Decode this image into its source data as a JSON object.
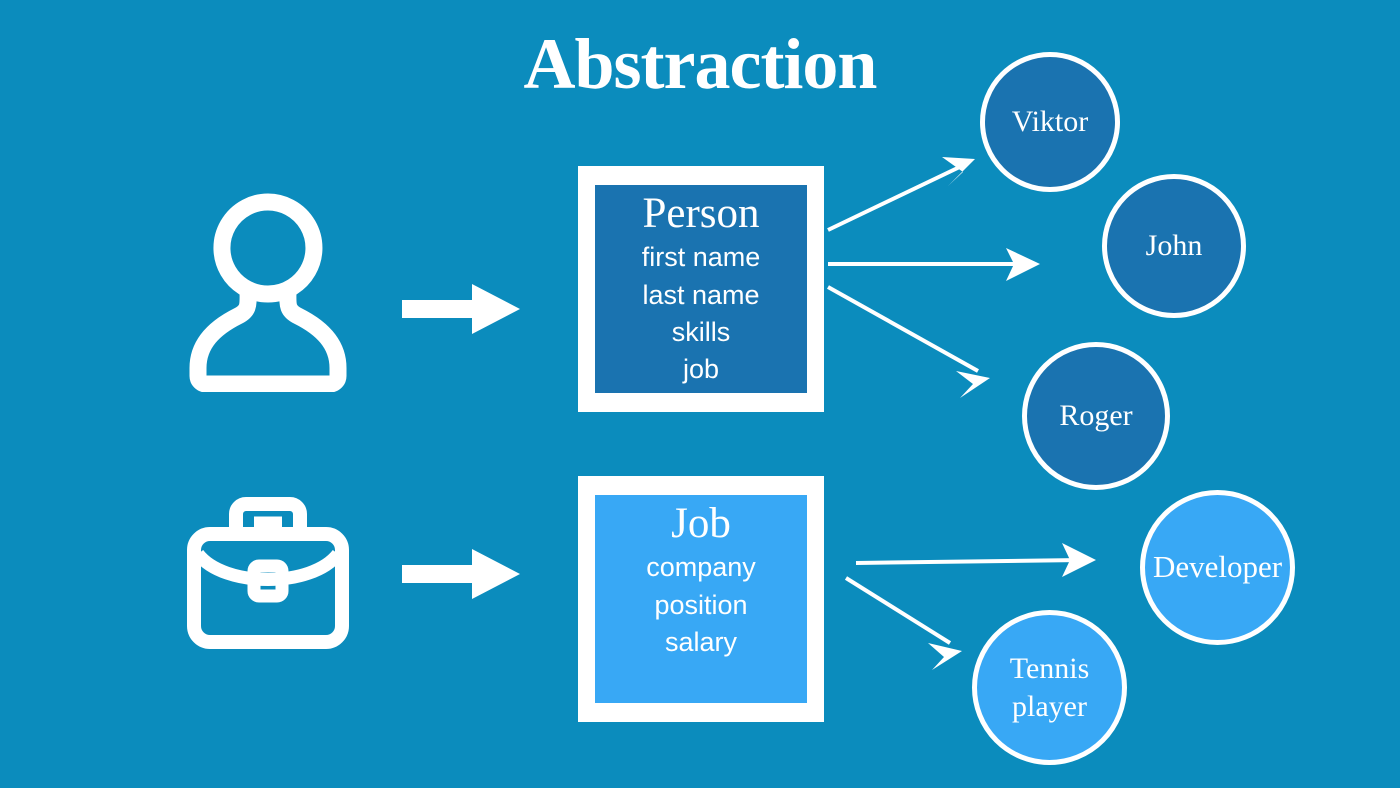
{
  "slide": {
    "title": "Abstraction",
    "background_color": "#0b8cbd",
    "accent_dark": "#1a73b0",
    "accent_light": "#38a8f5",
    "text_color": "#ffffff"
  },
  "rows": {
    "person": {
      "icon_name": "person-icon",
      "arrow_name": "block-arrow-person",
      "box": {
        "class_name": "Person",
        "fill": "#1a73b0",
        "attributes": [
          "first name",
          "last name",
          "skills",
          "job"
        ]
      },
      "instances": [
        {
          "label": "Viktor",
          "fill": "#1a73b0"
        },
        {
          "label": "John",
          "fill": "#1a73b0"
        },
        {
          "label": "Roger",
          "fill": "#1a73b0"
        }
      ]
    },
    "job": {
      "icon_name": "briefcase-icon",
      "arrow_name": "block-arrow-job",
      "box": {
        "class_name": "Job",
        "fill": "#38a8f5",
        "attributes": [
          "company",
          "position",
          "salary"
        ]
      },
      "instances": [
        {
          "label": "Developer",
          "fill": "#38a8f5"
        },
        {
          "label": "Tennis player",
          "fill": "#38a8f5"
        }
      ]
    }
  }
}
